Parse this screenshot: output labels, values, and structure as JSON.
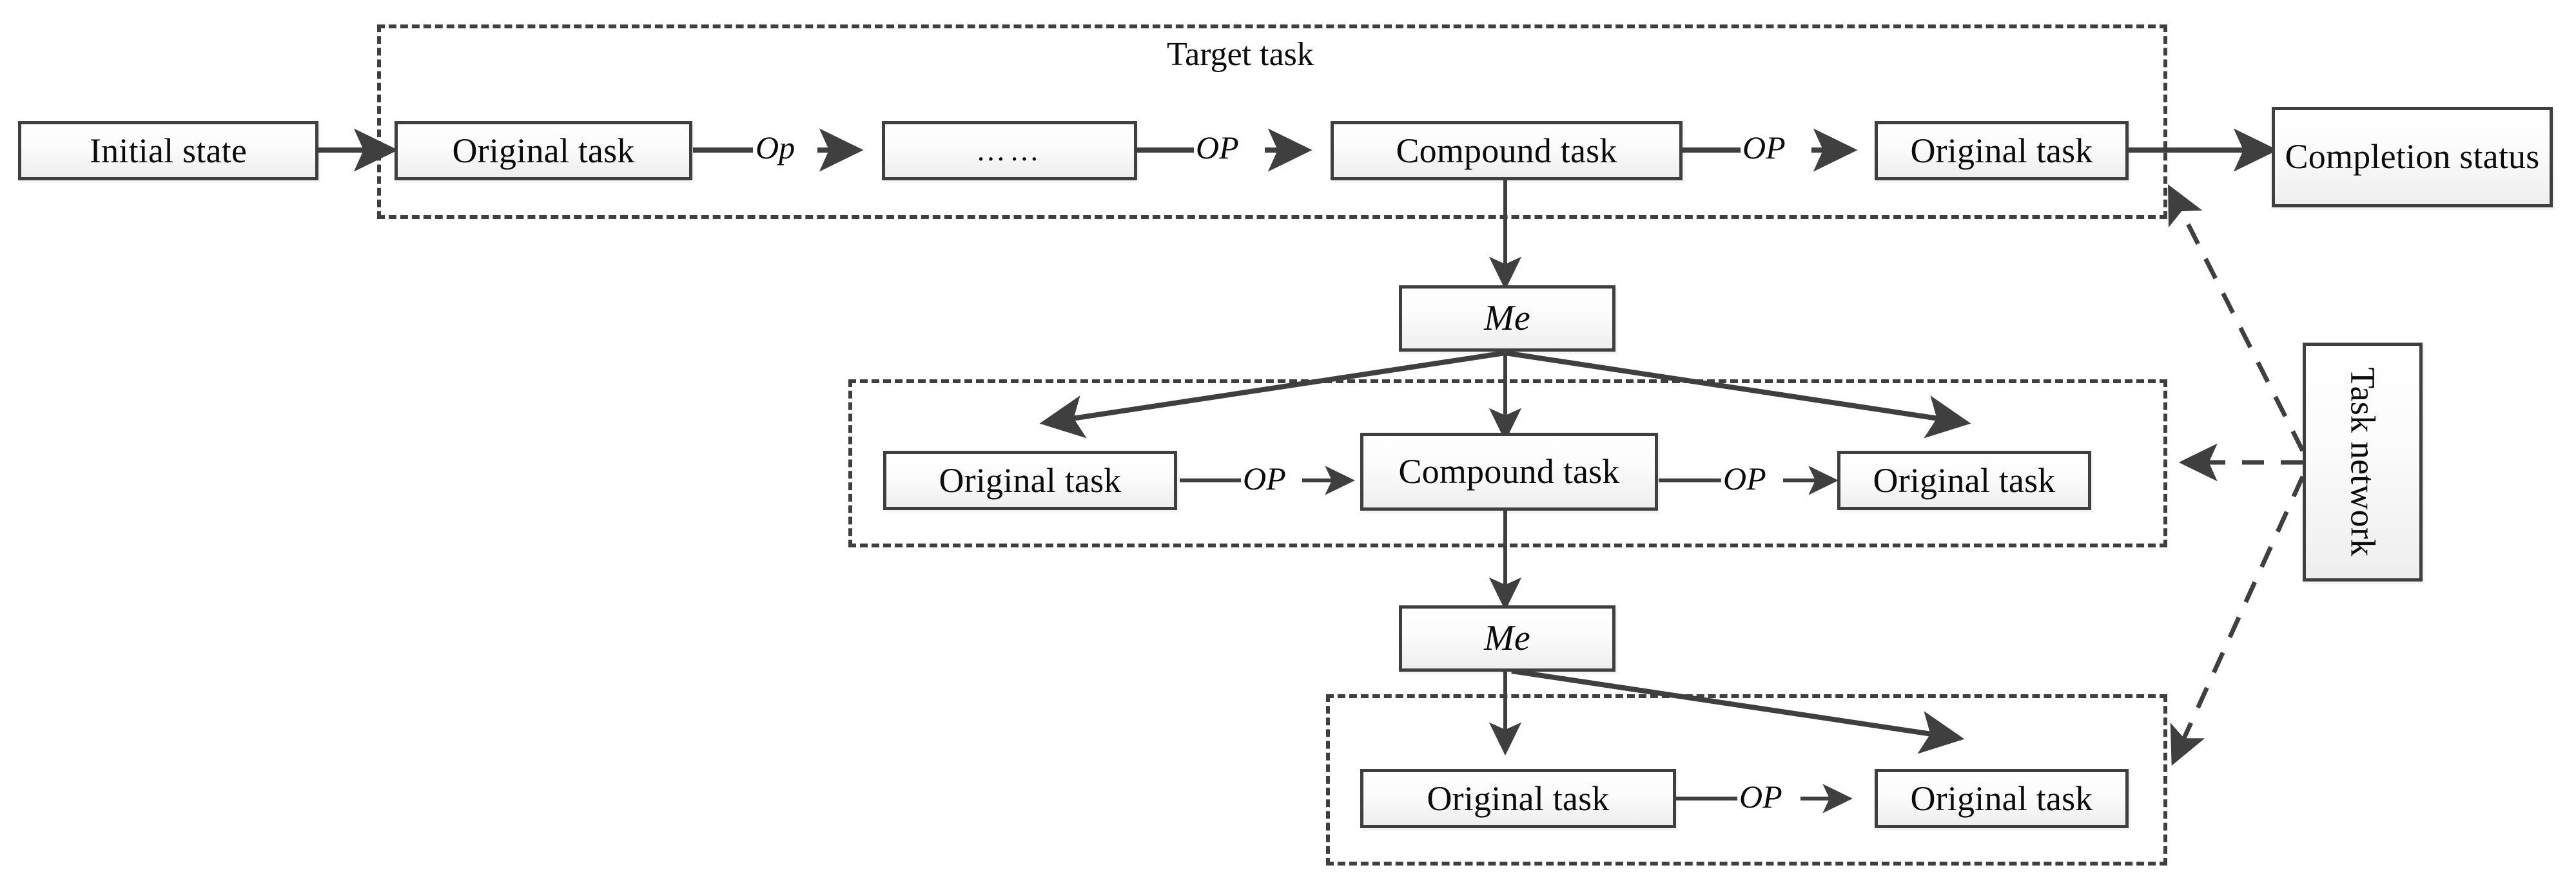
{
  "diagram": {
    "title": "Task decomposition / task network diagram",
    "colors": {
      "node_border": "#3f3f3f",
      "node_fill": "#f4f4f4",
      "line": "#3f3f3f",
      "text": "#0b0b0b"
    },
    "groups": {
      "target_task_label": "Target task"
    },
    "nodes": {
      "initial_state": "Initial state",
      "completion_status": "Completion status",
      "task_network": "Task network",
      "row1_original_task_left": "Original task",
      "row1_ellipsis": "……",
      "row1_compound_task": "Compound task",
      "row1_original_task_right": "Original task",
      "me_upper": "Me",
      "me_lower": "Me",
      "row2_original_task_left": "Original task",
      "row2_compound_task": "Compound task",
      "row2_original_task_right": "Original task",
      "row3_original_task_left": "Original task",
      "row3_original_task_right": "Original task"
    },
    "edge_labels": {
      "row1_edge1": "Op",
      "row1_edge2": "OP",
      "row1_edge3": "OP",
      "row2_edge1": "OP",
      "row2_edge2": "OP",
      "row3_edge1": "OP"
    }
  }
}
